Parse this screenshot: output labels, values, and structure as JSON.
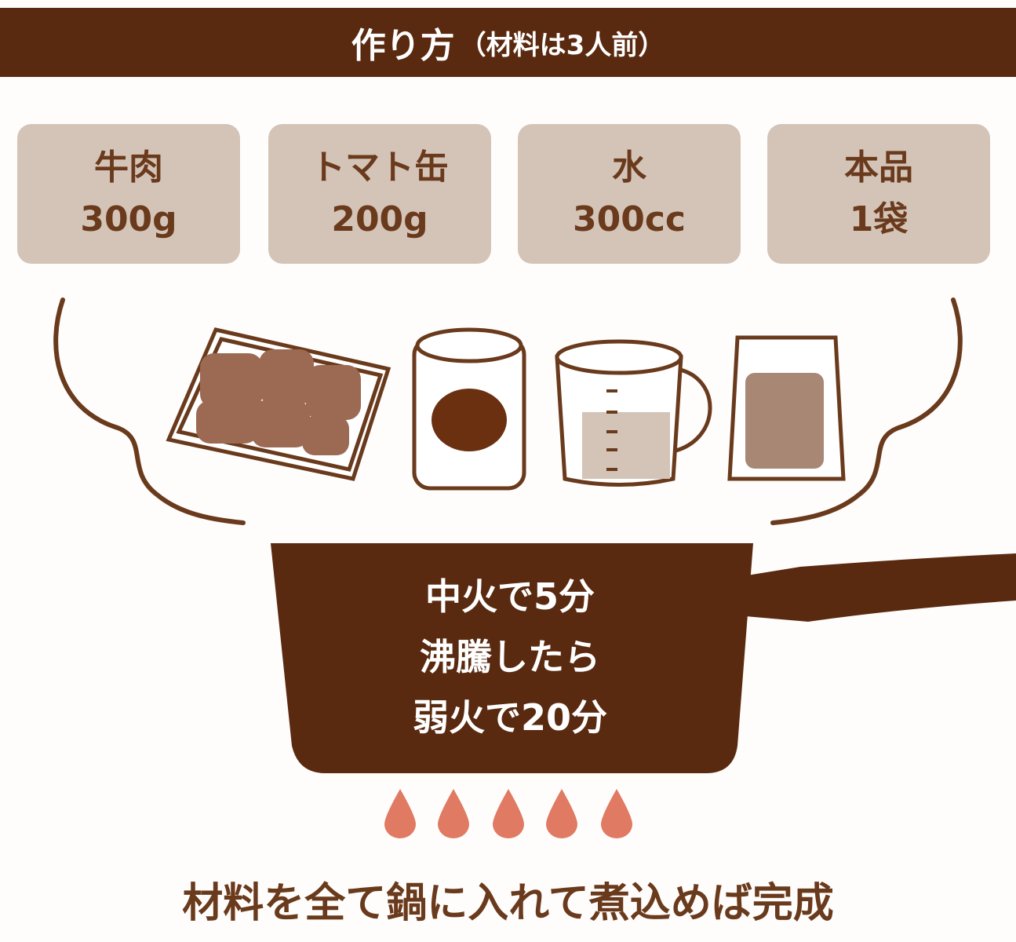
{
  "header": {
    "title": "作り方",
    "subtitle": "（材料は3人前）"
  },
  "ingredients": [
    {
      "name": "牛肉",
      "amount": "300g"
    },
    {
      "name": "トマト缶",
      "amount": "200g"
    },
    {
      "name": "水",
      "amount": "300cc"
    },
    {
      "name": "本品",
      "amount": "1袋"
    }
  ],
  "pan": {
    "lines": [
      "中火で5分",
      "沸騰したら",
      "弱火で20分"
    ]
  },
  "footer": "材料を全て鍋に入れて煮込めば完成",
  "colors": {
    "brown": "#5a2a10",
    "box": "#d4c4b8",
    "text": "#6a3a1c",
    "flame": "#e07a62"
  }
}
